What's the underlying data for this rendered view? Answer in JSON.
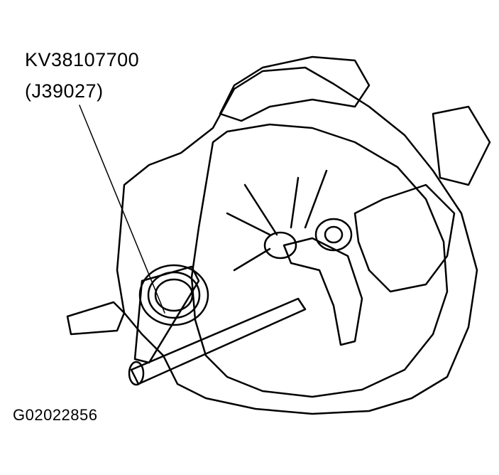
{
  "callout": {
    "part_number": "KV38107700",
    "alt_number": "(J39027)"
  },
  "figure_id": "G02022856",
  "illustration": {
    "subject": "special tool inserted into transaxle housing bearing bore",
    "line_color": "#000000",
    "background": "#ffffff"
  }
}
